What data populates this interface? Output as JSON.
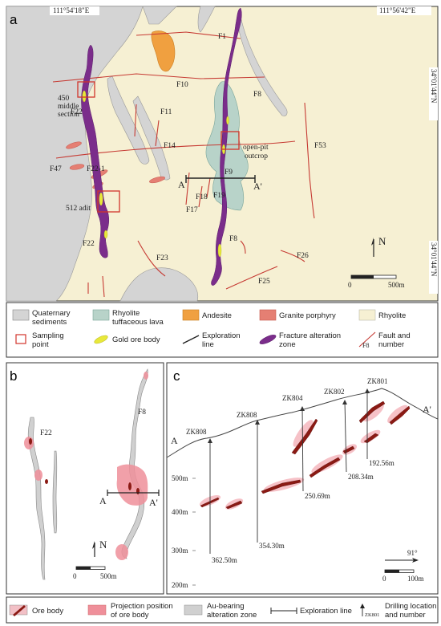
{
  "panel_a": {
    "label": "a",
    "coord_top_left": "111°54'18\"E",
    "coord_top_right": "111°56'42\"E",
    "coord_right_top": "34°01'44\"N",
    "coord_right_bottom": "34°01'44\"N",
    "faults": [
      "F1",
      "F10",
      "F8",
      "F11",
      "F22",
      "F14",
      "F53",
      "F47",
      "F22-1",
      "F9",
      "F18",
      "F19",
      "F17",
      "F23",
      "F26",
      "F25"
    ],
    "annotations": {
      "section": [
        "450",
        "middle",
        "section"
      ],
      "adit": "512 adit",
      "outcrop": [
        "open-pit",
        "outcrop"
      ],
      "line_a": "A",
      "line_a2": "A'"
    },
    "north": "N",
    "scale_zero": "0",
    "scale_label": "500m"
  },
  "legend_a": [
    {
      "label": [
        "Quaternary",
        "sediments"
      ],
      "swatch": "#d4d4d4",
      "kind": "box"
    },
    {
      "label": [
        "Rhyolite",
        "tuffaceous lava"
      ],
      "swatch": "#b8d3c9",
      "kind": "box"
    },
    {
      "label": [
        "Andesite"
      ],
      "swatch": "#f0a040",
      "kind": "box"
    },
    {
      "label": [
        "Granite porphyry"
      ],
      "swatch": "#e57f73",
      "kind": "box"
    },
    {
      "label": [
        "Rhyolite"
      ],
      "swatch": "#f6f0d3",
      "kind": "box"
    },
    {
      "label": [
        "Sampling",
        "point"
      ],
      "swatch": "#d2342b",
      "kind": "square"
    },
    {
      "label": [
        "Gold ore body"
      ],
      "swatch": "#e8e83a",
      "kind": "lens"
    },
    {
      "label": [
        "Exploration",
        "line"
      ],
      "swatch": "#222222",
      "kind": "line"
    },
    {
      "label": [
        "Fracture alteration",
        "zone"
      ],
      "swatch": "#7b2d8b",
      "kind": "lens"
    },
    {
      "label": [
        "Fault and",
        "number"
      ],
      "swatch": "#c63a33",
      "kind": "fault",
      "tag": "F8"
    }
  ],
  "panel_b": {
    "label": "b",
    "faults": [
      "F22",
      "F8"
    ],
    "line_a": "A",
    "line_a2": "A'",
    "north": "N",
    "scale_zero": "0",
    "scale_label": "500m"
  },
  "panel_c": {
    "label": "c",
    "end_a": "A",
    "end_a2": "A'",
    "elevations": [
      "500m",
      "400m",
      "300m",
      "200m"
    ],
    "drillholes": [
      {
        "name": "ZK808",
        "depth": "362.50m"
      },
      {
        "name": "ZK808",
        "depth": "354.30m"
      },
      {
        "name": "ZK804",
        "depth": "250.69m"
      },
      {
        "name": "ZK802",
        "depth": "208.34m"
      },
      {
        "name": "ZK801",
        "depth": "192.56m"
      }
    ],
    "azimuth": "91°",
    "scale_zero": "0",
    "scale_label": "100m"
  },
  "legend_bc": [
    {
      "label": [
        "Ore body"
      ],
      "swatch": "#8b1a14"
    },
    {
      "label": [
        "Projection position",
        "of ore  body"
      ],
      "swatch": "#ef8f9a"
    },
    {
      "label": [
        "Au-bearing",
        "alteration zone"
      ],
      "swatch": "#d0d0d0"
    },
    {
      "label": [
        "Exploration line"
      ],
      "swatch": "#222222"
    },
    {
      "label": [
        "Drilling location",
        "and number"
      ],
      "swatch": "#222222",
      "tag": "ZK801"
    }
  ]
}
